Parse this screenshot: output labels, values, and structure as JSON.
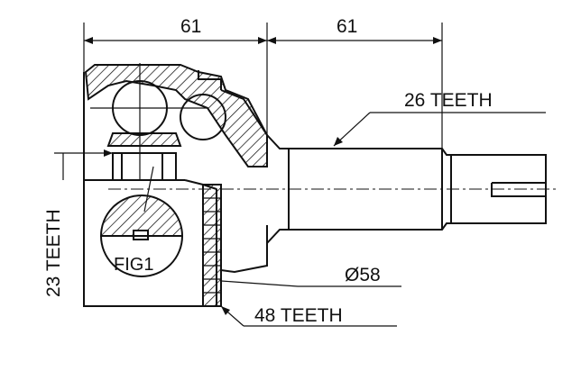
{
  "labels": {
    "dim_left": "61",
    "dim_right": "61",
    "spline_outer": "26 TEETH",
    "spline_inner": "23 TEETH",
    "diameter": "Ø58",
    "abs_ring": "48 TEETH",
    "fig": "FIG1"
  },
  "colors": {
    "line": "#111111",
    "background": "#ffffff"
  }
}
